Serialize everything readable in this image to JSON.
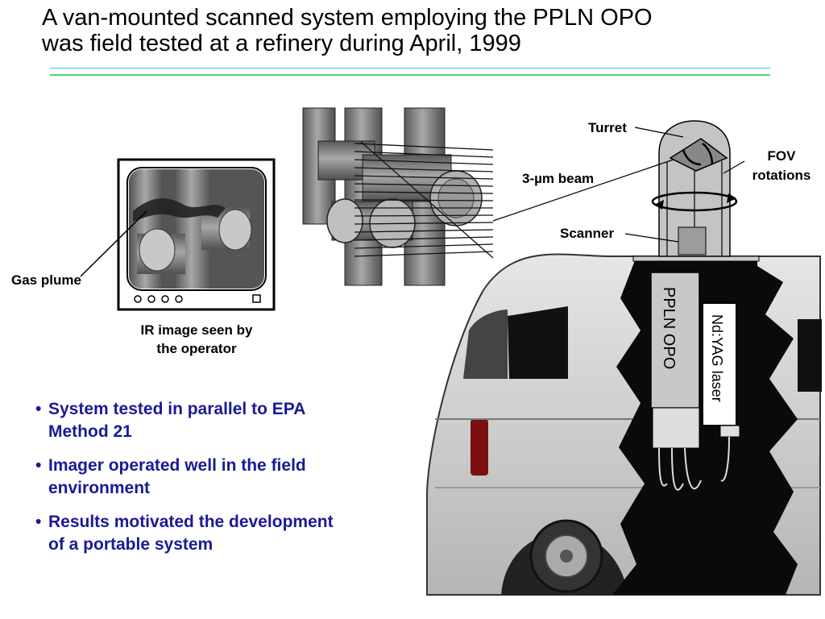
{
  "title": {
    "line1": "A van-mounted scanned system employing the PPLN OPO",
    "line2": "was field tested at a refinery during April, 1999"
  },
  "labels": {
    "gas_plume": "Gas plume",
    "ir_image_line1": "IR image seen by",
    "ir_image_line2": "the operator",
    "turret": "Turret",
    "fov_line1": "FOV",
    "fov_line2": "rotations",
    "beam": "3-µm beam",
    "scanner": "Scanner",
    "pplnopo": "PPLN OPO",
    "ndyag": "Nd:YAG laser"
  },
  "bullets": [
    {
      "marker": "•",
      "text": "System tested in parallel to EPA Method 21"
    },
    {
      "marker": "•",
      "text": "Imager operated well in the field environment"
    },
    {
      "marker": "•",
      "text": "Results motivated the development of a portable system"
    }
  ],
  "colors": {
    "bullet_text": "#1a1a96",
    "rule_top": "#39c9e8",
    "rule_bottom": "#52d86c"
  }
}
